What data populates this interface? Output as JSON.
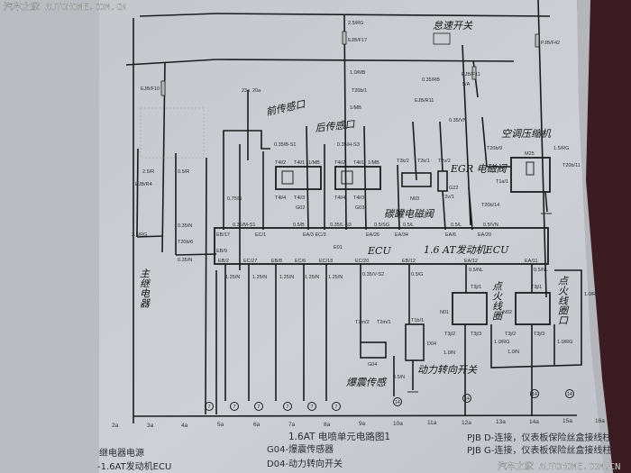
{
  "watermark": {
    "top": "汽车之家 AUTOHOME.COM.CN",
    "bottom": "汽车之家 AUTOHOME.COM.CN"
  },
  "diagram": {
    "title": "1.6AT 电喷单元电路图1",
    "wires": {
      "rg_top": "2.5/RG",
      "ejb_f17": "EJB/F17",
      "pjb_f42": "PJB/F42",
      "ejb_f10": "EJB/F10",
      "mb_10": "1.0/MB",
      "t20b1": "T20b/1",
      "mb_1": "1/MB",
      "rb": "0.35/RB",
      "ejb_f11": "EJB/F11",
      "ejb_r11": "EJB/R11",
      "a5": "5/A",
      "vn": "0.35/VN",
      "t20b9": "T20b/9",
      "rg15": "1.5/RG",
      "t20b11": "T20b/11",
      "r25": "2.5/R",
      "r05": "0.5/R",
      "ejb_r4": "EJB/R4",
      "rg25": "2.5/RG",
      "n035a": "0.35/N",
      "t20b6": "T20b/6",
      "n035b": "0.35/N",
      "n075": "0.75/N",
      "bs1": "0.35/B-S1",
      "hs3": "0.35/H-S3",
      "ms1": "0.35/M-S1",
      "b05": "0.5/B",
      "ls3": "0.35/L-S3",
      "sg": "0.5/SG",
      "l05a": "0.5/L",
      "l05b": "0.5/L",
      "vn2": "0.5/VN",
      "t20b14": "T20b/14",
      "t4l2a": "T4l/2",
      "t4l1a": "T4l/1",
      "mba": "1/MB",
      "t4l4a": "T4l/4",
      "t4l3a": "T4l/3",
      "t4l2b": "T4l/2",
      "t4l1b": "T4l/1",
      "mbb": "1/MB",
      "t4l4b": "T4l/4",
      "t4l3b": "T4l/3",
      "t2k2": "T2k/2",
      "t2k1": "T2k/1",
      "t2v2": "T2v/2",
      "t2v1": "T2v/1",
      "t1a1": "T1a/1",
      "c23": "23a",
      "c20": "20a",
      "n125a": "1.25/N",
      "n125b": "1.25/N",
      "n125c": "1.25/N",
      "n125d": "1.25/N",
      "n125e": "1.25/N",
      "vs2": "0.35/V-S2",
      "g05": "0.5/G",
      "nl1": "0.5/NL",
      "nl2": "0.5/NL",
      "rg10": "1.0/RG",
      "t2m2": "T2m/2",
      "t2m1": "T2m/1",
      "t1b1": "T1b/1",
      "n05": "0.5/N",
      "t31a": "T3j/1",
      "t32a": "T3j/2",
      "t33a": "T3j/3",
      "t31b": "T3j/1",
      "t32b": "T3j/2",
      "t33b": "T3j/3",
      "n10a": "1.0/N",
      "n10b": "1.0/N",
      "rg10a": "1.0/RG",
      "rg10b": "1.0/RG"
    },
    "components": {
      "g02": "G02",
      "g03": "G03",
      "n03": "N03",
      "g22": "G22",
      "m25": "M25",
      "n01": "N01",
      "n02": "N02",
      "g04": "G04",
      "d04": "D04",
      "e01": "E01"
    },
    "ecu_pins": {
      "eb17": "EB/17",
      "ec1": "EC/1",
      "ea3ec3": "EA/3 EC/3",
      "ea26": "EA/26",
      "ea34": "EA/34",
      "ea6": "EA/6",
      "ea20": "EA/20",
      "eb9": "EB/9",
      "eb2": "EB/2",
      "ec27": "EC/27",
      "eb8": "EB/8",
      "ec6": "EC/6",
      "ec18": "EC/18",
      "ec20": "EC/20",
      "eb12": "EB/12",
      "ea12": "EA/12",
      "ea11": "EA/11"
    },
    "ground_numbers": [
      "7",
      "7",
      "7",
      "7",
      "7",
      "7",
      "14",
      "14",
      "14",
      "14"
    ],
    "columns": [
      "2a",
      "3a",
      "4a",
      "5a",
      "6a",
      "7a",
      "8a",
      "9a",
      "10a",
      "11a",
      "12a",
      "13a",
      "14a",
      "15a",
      "16a"
    ],
    "handwritten": {
      "front_sensor": "前传感口",
      "rear_sensor": "后传感口",
      "canister": "碳罐电磁阀",
      "egr": "EGR 电磁阀",
      "ac": "空调压缩机",
      "main_relay": "主继电器",
      "ecu": "ECU",
      "ecu_name": "1.6 AT发动机ECU",
      "knock": "爆震传感",
      "ps_switch": "动力转向开关",
      "coil1": "点火线圈",
      "coil2": "点火线圈口",
      "idle": "怠速开关"
    },
    "legend": {
      "relay_power": "继电器电源",
      "ecu": "-1.6AT发动机ECU",
      "g04": "G04-爆震传感器",
      "d04": "D04-动力转向开关",
      "pjb_d": "PJB D-连接，仪表板保险丝盒接线柱",
      "pjb_g": "PJB G-连接，仪表板保险丝盒接线柱"
    }
  }
}
